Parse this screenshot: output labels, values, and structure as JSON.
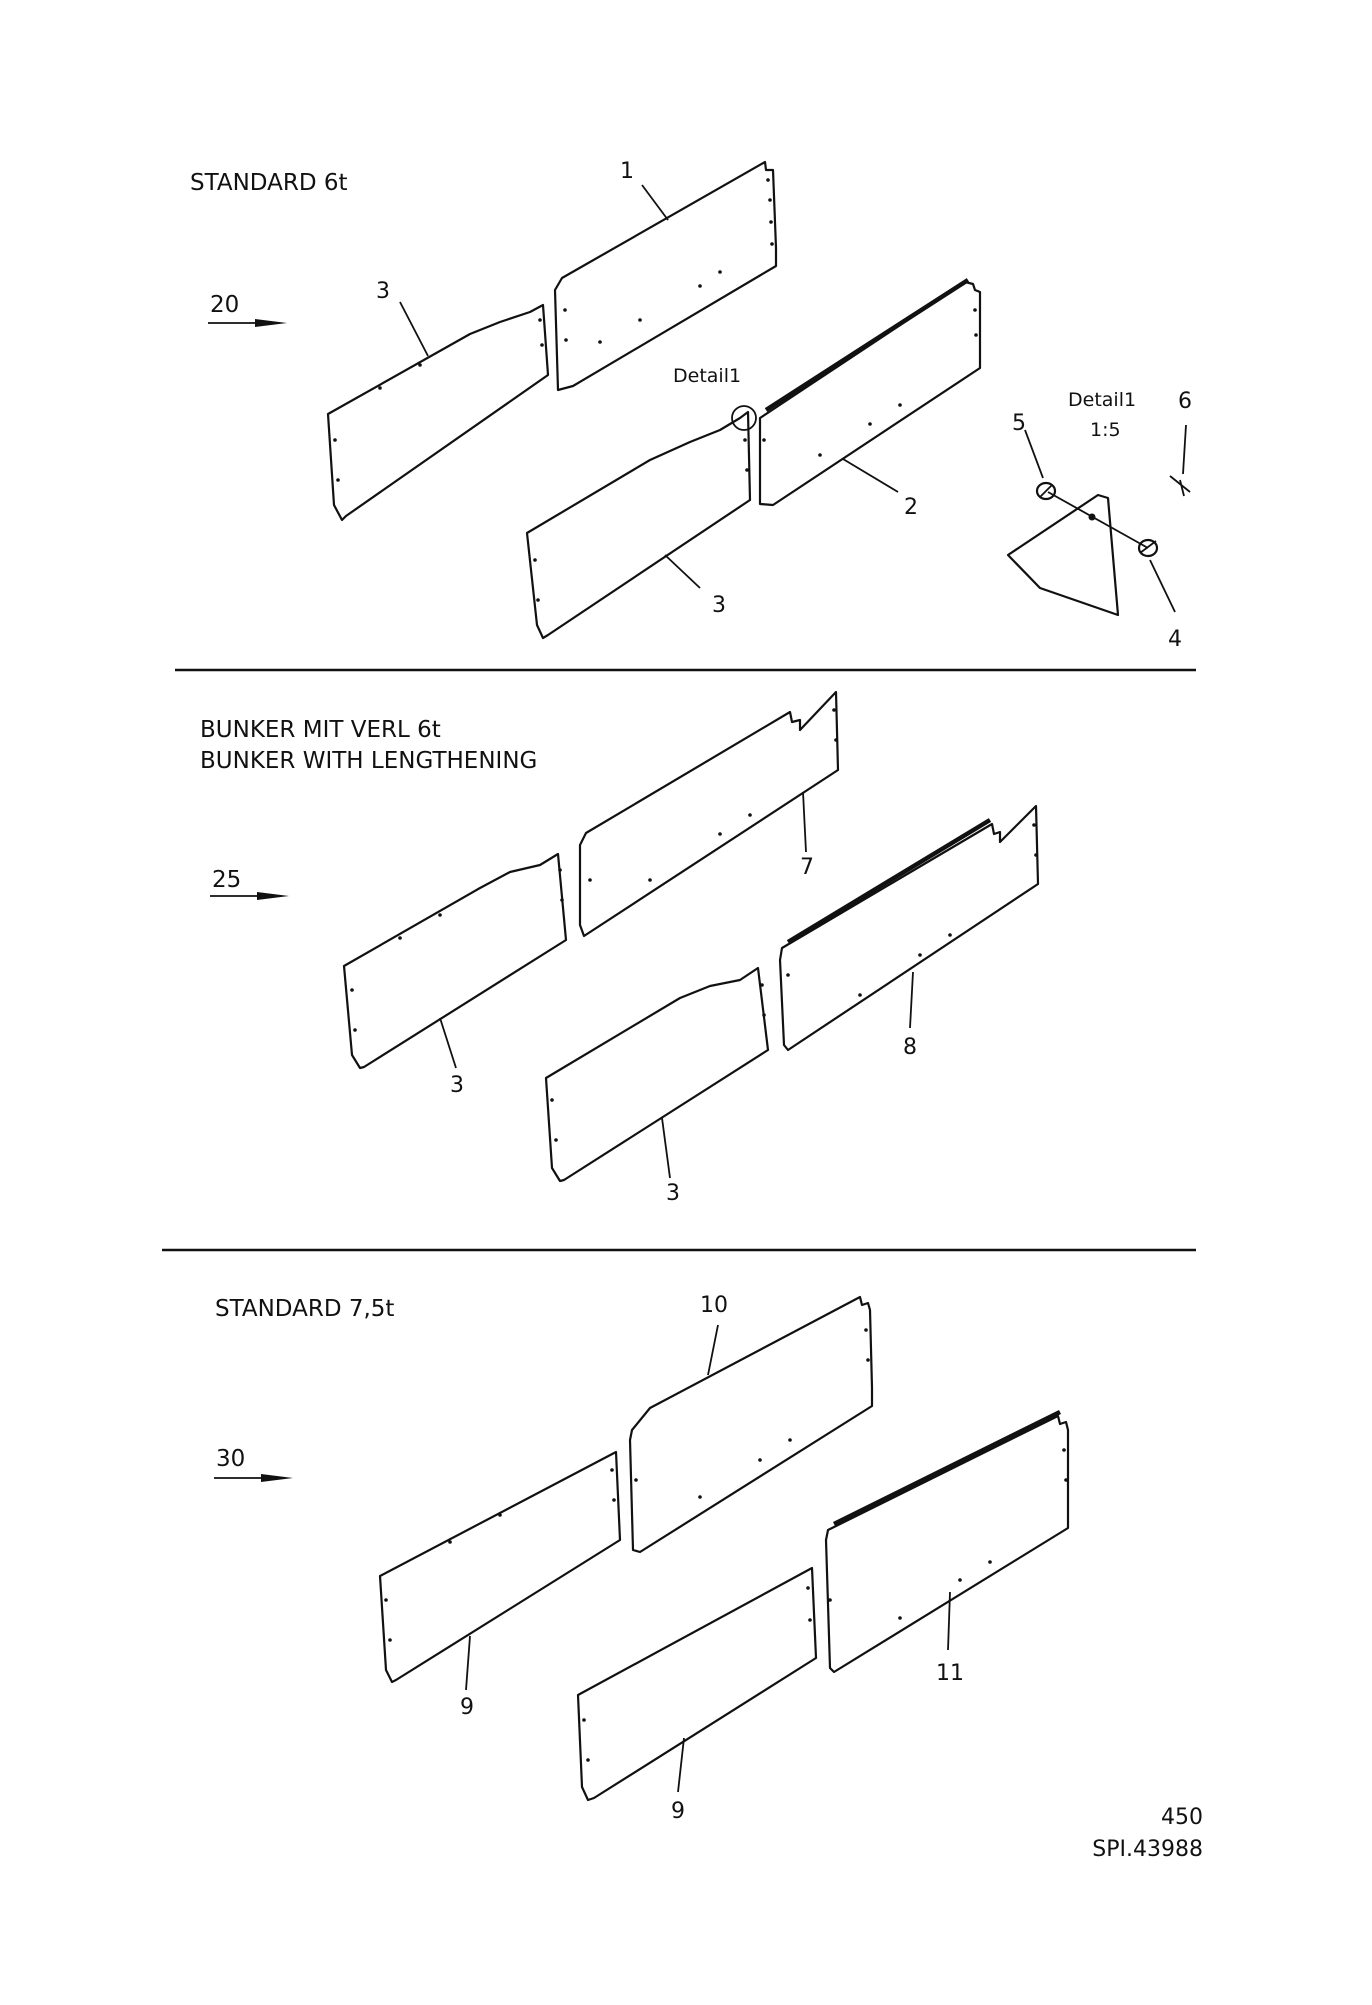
{
  "sections": [
    {
      "title_lines": [
        "STANDARD 6t"
      ],
      "group_number": "20",
      "callouts": [
        "1",
        "3",
        "Detail1",
        "2",
        "3"
      ],
      "detail": {
        "title": "Detail1",
        "scale": "1:5",
        "callouts": [
          "5",
          "6",
          "4"
        ]
      }
    },
    {
      "title_lines": [
        "BUNKER MIT VERL 6t",
        "BUNKER WITH LENGTHENING"
      ],
      "group_number": "25",
      "callouts": [
        "7",
        "8",
        "3",
        "3"
      ]
    },
    {
      "title_lines": [
        "STANDARD 7,5t"
      ],
      "group_number": "30",
      "callouts": [
        "10",
        "9",
        "11",
        "9"
      ]
    }
  ],
  "footer": {
    "page_number": "450",
    "drawing_id": "SPI.43988"
  }
}
